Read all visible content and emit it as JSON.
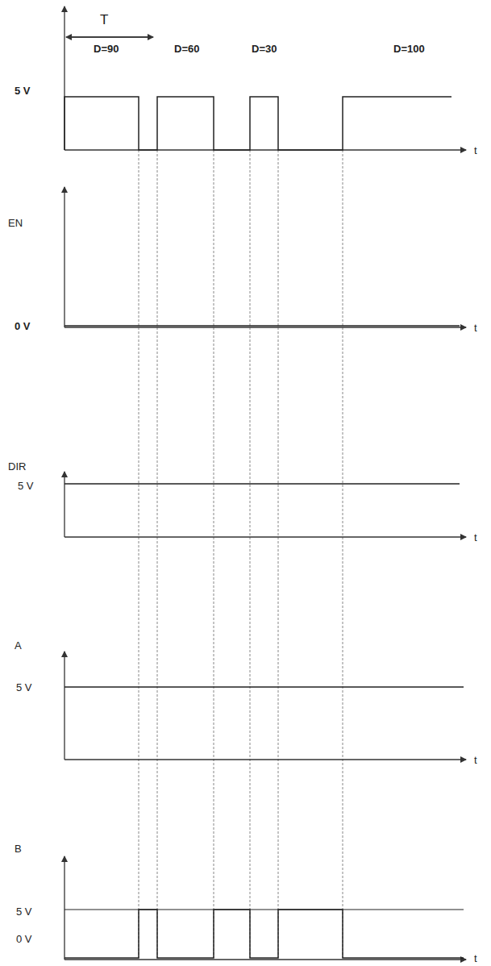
{
  "diagram": {
    "labels": [
      "T",
      "D=90",
      "D=60",
      "D=30",
      "D=100",
      "5 V",
      "t",
      "EN",
      "0 V",
      "t",
      "DIR",
      "5 V",
      "t",
      "A",
      "5 V",
      "t",
      "B",
      "5 V",
      "0 V",
      "t"
    ]
  }
}
